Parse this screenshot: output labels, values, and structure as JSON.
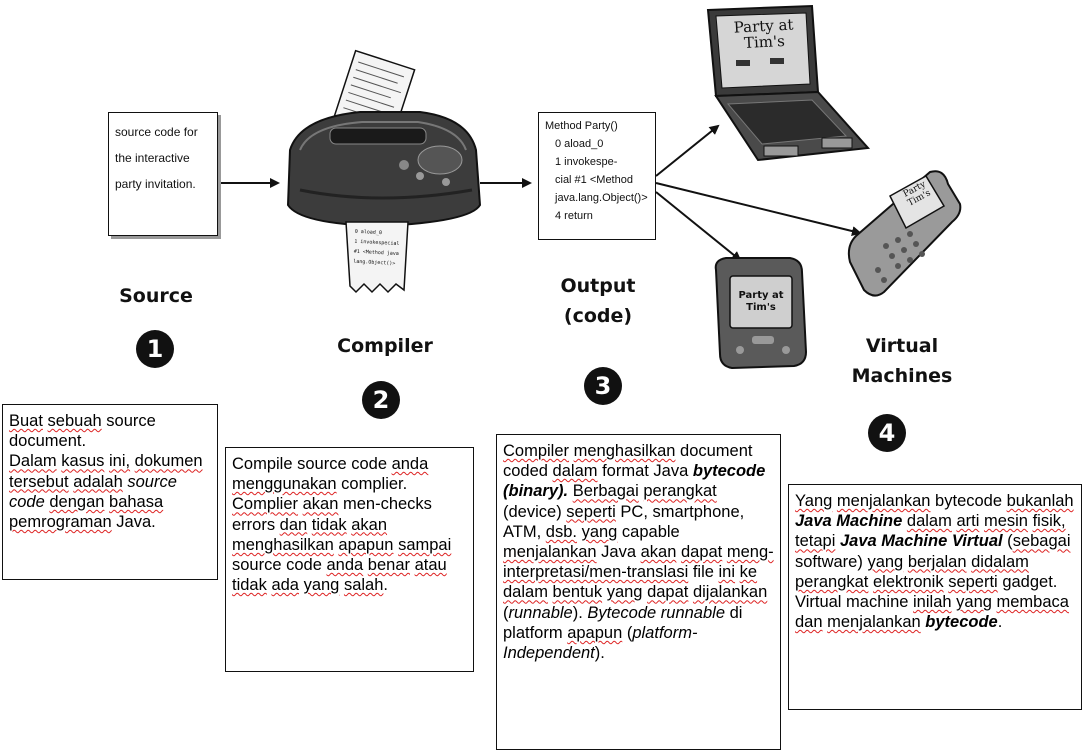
{
  "stages": {
    "source": "Source",
    "compiler": "Compiler",
    "output_line1": "Output",
    "output_line2": "(code)",
    "vm_line1": "Virtual",
    "vm_line2": "Machines"
  },
  "numbers": [
    "1",
    "2",
    "3",
    "4"
  ],
  "source_doc": [
    "source code for",
    "the interactive",
    "party invitation."
  ],
  "bytecode_doc": [
    "Method Party()",
    "0 aload_0",
    "1 invokespe-",
    "cial #1 <Method",
    "java.lang.Object()>",
    "4 return"
  ],
  "paper_lines": [
    "0 aload_0",
    "1 invokespecial",
    "#1 <Method java",
    "lang.Object()>"
  ],
  "device_screens": {
    "laptop": [
      "Party at",
      "Tim's"
    ],
    "phone": [
      "Party",
      "Tim's"
    ],
    "handheld": [
      "Party at",
      "Tim's"
    ]
  },
  "desc1": {
    "t1": "Buat",
    "t2": " ",
    "t3": "sebuah",
    "t4": " source document.",
    "t5": "Dalam",
    "t6": " ",
    "t7": "kasus",
    "t8": " ",
    "t9": "ini,",
    "t10": " ",
    "t11": "dokumen",
    "t12": " ",
    "t13": "tersebut",
    "t14": " ",
    "t15": "adalah",
    "t16": " ",
    "t17": "source code",
    "t18": " ",
    "t19": "dengan",
    "t20": " ",
    "t21": "bahasa",
    "t22": " ",
    "t23": "pemrograman",
    "t24": " Java."
  },
  "desc2": {
    "t1": "Compile source code ",
    "t2": "anda",
    "t3": " ",
    "t4": "menggunakan",
    "t5": " complier. ",
    "t6": "Complier",
    "t7": " ",
    "t8": "akan",
    "t9": " men-checks errors ",
    "t10": "dan",
    "t11": " ",
    "t12": "tidak",
    "t13": " ",
    "t14": "akan",
    "t15": " ",
    "t16": "menghasilkan",
    "t17": " ",
    "t18": "apapun",
    "t19": " ",
    "t20": "sampai",
    "t21": " source code ",
    "t22": "anda",
    "t23": " ",
    "t24": "benar",
    "t25": " ",
    "t26": "atau",
    "t27": " ",
    "t28": "tidak",
    "t29": " ",
    "t30": "ada",
    "t31": " ",
    "t32": "yang",
    "t33": " ",
    "t34": "salah",
    "t35": "."
  },
  "desc3": {
    "t1": "Compiler",
    "t2": " ",
    "t3": "menghasilkan",
    "t4": " document coded ",
    "t5": "dalam",
    "t6": " format Java ",
    "t7": "bytecode (binary).",
    "t8": " ",
    "t9": "Berbagai",
    "t10": " ",
    "t11": "perangkat",
    "t12": " (device) ",
    "t13": "seperti",
    "t14": " PC, smartphone, ATM, ",
    "t15": "dsb.",
    "t16": " ",
    "t17": "yang",
    "t18": " capable ",
    "t19": "menjalankan",
    "t20": " Java ",
    "t21": "akan",
    "t22": " ",
    "t23": "dapat",
    "t24": " ",
    "t25": "meng-interpretasi/men-translasi",
    "t26": " file ",
    "t27": "ini",
    "t28": " ",
    "t29": "ke",
    "t30": " ",
    "t31": "dalam",
    "t32": " ",
    "t33": "bentuk",
    "t34": " ",
    "t35": "yang",
    "t36": " ",
    "t37": "dapat",
    "t38": " ",
    "t39": "dijalankan",
    "t40": " (",
    "t41": "runnable",
    "t42": "). ",
    "t43": "Bytecode runnable",
    "t44": " di platform ",
    "t45": "apapun",
    "t46": " (",
    "t47": "platform-Independent",
    "t48": ")."
  },
  "desc4": {
    "t1": "Yang",
    "t2": " ",
    "t3": "menjalankan",
    "t4": " bytecode ",
    "t5": "bukanlah",
    "t6": " ",
    "t7": "Java Machine",
    "t8": " ",
    "t9": "dalam",
    "t10": " ",
    "t11": "arti",
    "t12": " ",
    "t13": "mesin",
    "t14": " ",
    "t15": "fisik,",
    "t16": " ",
    "t17": "tetapi",
    "t18": " ",
    "t19": "Java Machine Virtual",
    "t20": " (",
    "t21": "sebagai",
    "t22": " software) ",
    "t23": "yang",
    "t24": " ",
    "t25": "berjalan",
    "t26": " ",
    "t27": "didalam",
    "t28": " ",
    "t29": "perangkat",
    "t30": " ",
    "t31": "elektronik",
    "t32": " ",
    "t33": "seperti",
    "t34": " gadget. Virtual machine ",
    "t35": "inilah",
    "t36": " ",
    "t37": "yang",
    "t38": " ",
    "t39": "membaca",
    "t40": " ",
    "t41": "dan",
    "t42": " ",
    "t43": "menjalankan",
    "t44": " ",
    "t45": "bytecode",
    "t46": "."
  }
}
